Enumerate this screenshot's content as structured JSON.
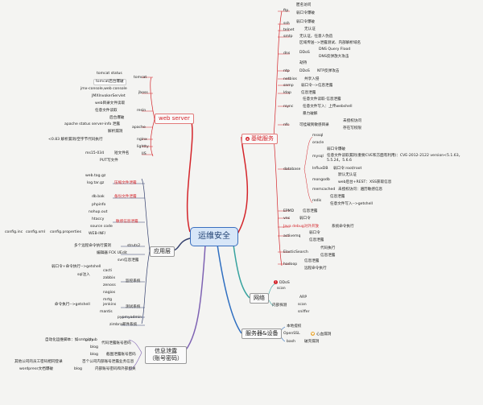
{
  "center": "运维安全",
  "categories": {
    "web_server": "web server",
    "basic_services": "基础服务",
    "app_layer": "应用层",
    "network": "网络",
    "server_device": "服务器&设备",
    "info_leak": "信息泄露\n（账号密码）"
  },
  "nodes": {
    "ftp": "ftp",
    "ftp_1": "匿名访问",
    "ftp_2": "弱口令爆破",
    "ssh": "ssh",
    "ssh_1": "弱口令爆破",
    "telnet": "telnet",
    "telnet_1": "无认证",
    "smtp": "smtp",
    "smtp_1": "无认证，任意人伪造",
    "dns": "dns",
    "dns_1": "区域传送-->泄露测试、内部解析域名",
    "dns_ddos": "DDoS",
    "dns_2": "DNS Query Flood",
    "dns_3": "DNS反弹放大攻击",
    "dns_4": "劫持",
    "ntp": "ntp",
    "ntp_ddos": "DDoS",
    "ntp_1": "NTP反弹攻击",
    "netbios": "netbios",
    "netbios_1": "共享入侵",
    "snmp": "snmp",
    "snmp_1": "弱口令-->信息泄露",
    "ldap": "ldap",
    "ldap_1": "信息泄露",
    "rsync": "rsync",
    "rsync_1": "任意文件读取-信息泄露",
    "rsync_2": "任意文件写入：上传webshell",
    "rsync_3": "暴力破解",
    "nfs": "nfs",
    "nfs_1": "可挂载到敏感目录",
    "nfs_2": "未授权访问",
    "nfs_3": "存在写权限",
    "database": "database",
    "mssql": "mssql",
    "oracle": "oracle",
    "mysql": "mysql",
    "mysql_1": "弱口令爆破",
    "mysql_2": "任意文件读取漏洞(重要CVE和方面有利用)：CVE-2012-2122 version<5.1.63，5.5.24，5.6.6",
    "influxdb": "InfluxDB",
    "influxdb_1": "弱口令:root/root",
    "mongodb": "mongodb",
    "mongodb_1": "默认无认证",
    "mongodb_2": "web后台+REST：XSS获取信息",
    "memcached": "memcached",
    "memcached_1": "未授权访问：遍历敏感信息",
    "redis": "redis",
    "redis_1": "信息泄露",
    "redis_2": "任意文件写入-->getshell",
    "epmd": "EPMD",
    "epmd_1": "信息泄露",
    "vnc": "vnc",
    "vnc_1": "弱口令",
    "java_debug": "Java debug对外开放",
    "java_debug_1": "系统命令执行",
    "activemq": "activemq",
    "activemq_1": "弱口令",
    "activemq_2": "信息泄露",
    "es": "ElasticSearch",
    "es_1": "代码执行",
    "es_2": "信息泄露",
    "hadoop": "hadoop",
    "hadoop_1": "信息泄露",
    "hadoop_2": "远程命令执行",
    "tomcat": "tomcat",
    "tomcat_1": "tomcat status",
    "tomcat_2": "tomcat后台爆破",
    "jboss": "jboss",
    "jboss_1": "jmx-console,web console",
    "jboss_2": "JMXInvokerServlet",
    "resin": "resin",
    "resin_1": "web目录文件读取",
    "resin_2": "任意文件读取",
    "resin_3": "后台爆破",
    "apache": "apache",
    "apache_1": "apache status server-info 泄露",
    "apache_2": "解析漏洞",
    "nginx": "nginx",
    "nginx_1": "<0.83 解析漏洞/空字节代码执行",
    "lighty": "lightty",
    "iis": "IIS",
    "iis_1": "ms15-034",
    "iis_2": "短文件名",
    "iis_3": "PUT写文件",
    "w_1": "web.tag.gz",
    "w_2": "log.tar.gz",
    "w_2b": "压缩文件泄露",
    "w_3": "db.bak",
    "w_3b": "备份文件泄露",
    "w_4": "phpinfo",
    "w_5": "nohup.out",
    "w_6": "htaccy",
    "w_6b": "敏感信息泄露",
    "w_7": "source code",
    "w_7b": "WEB-INF/",
    "config_1": "config.inc",
    "config_2": "config.xml",
    "config_3": "config.properties",
    "struts": "struts2",
    "struts_1": "多个远程命令执行漏洞",
    "editor": "编辑器 FCK UEdit",
    "editor_1": "svn信息泄露",
    "cacti": "cacti",
    "zabbix": "zabbix",
    "zabbix_1": "弱口令+命令执行-->getshell",
    "zabbix_2": "sql注入",
    "zenoss": "zenoss",
    "nagios": "nagios",
    "mrtg": "mrtg",
    "monitor": "监控系统",
    "jenkins": "jenkins",
    "jenkins_1": "命令执行-->getshell",
    "test_sys": "测试系统",
    "phpmyadmin": "pypmyadmin",
    "zimbra": "zimbra邮件系统",
    "github": "github",
    "github_1": "自动化运维脚本：如smtp.py",
    "blog": "blog",
    "blog_1": "代码泄露账号密码",
    "blog_2": "截图泄露账号密码",
    "blog_3": "其他公司的员工密码相同登录",
    "blog_4": "百个公司内部账号泄露业务信息",
    "blog_5": "wordpress文档爆破",
    "blog_6": "内部账号密码和外部相关",
    "dos": "DDoS",
    "scan": "scan",
    "intranet": "内部探测",
    "arp": "ARP",
    "scan2": "scan",
    "sniffer": "sniffer",
    "local": "本地提权",
    "openssl": "OpenSSL",
    "openssl_1": "心血漏洞",
    "bash": "bash",
    "bash_1": "破壳漏洞"
  },
  "colors": {
    "red": "#d4242a",
    "navy": "#34406e",
    "purple": "#7e62b3",
    "teal": "#38a39f",
    "blue": "#2f6fc1",
    "green": "#4a9a55",
    "center": "#d7e6f8"
  }
}
